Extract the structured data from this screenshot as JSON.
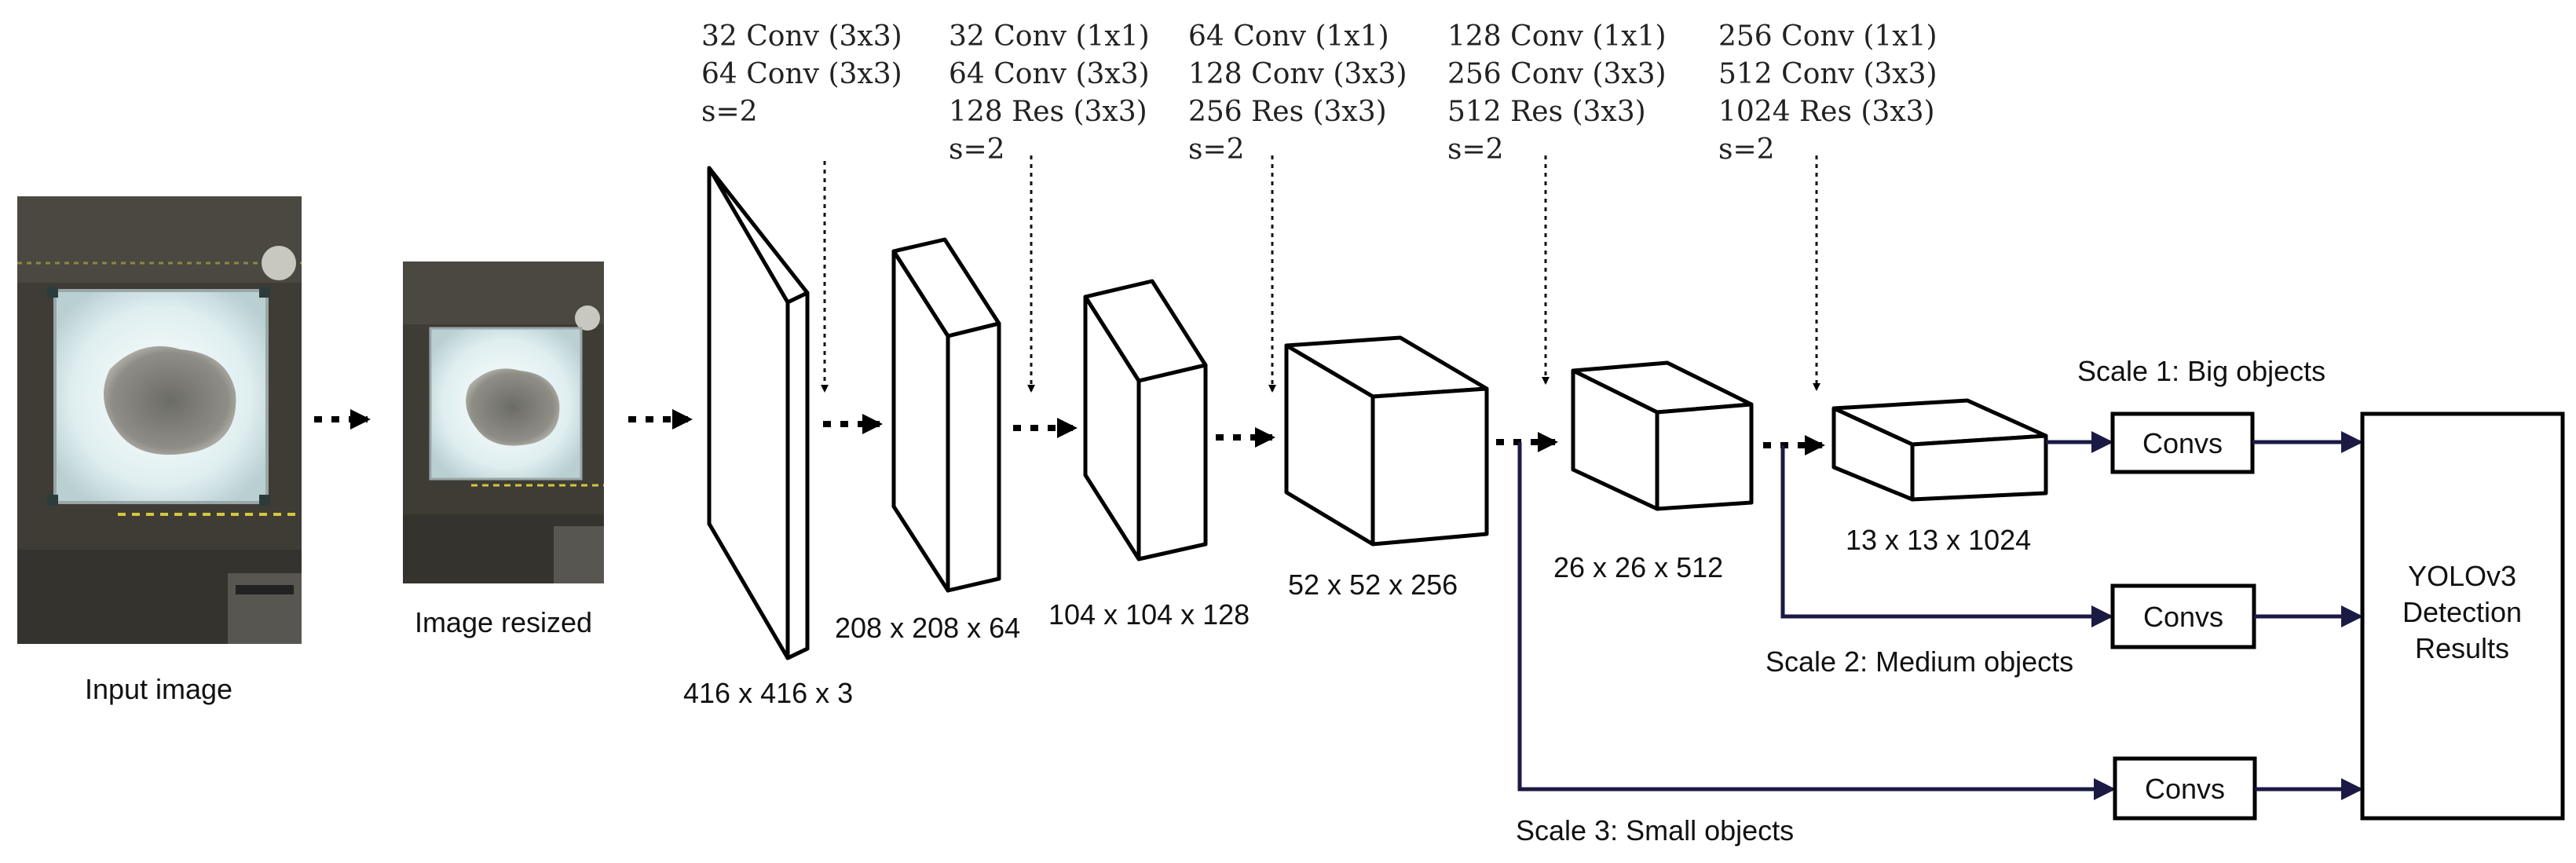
{
  "input_image_label": "Input image",
  "resized_image_label": "Image resized",
  "layers": [
    {
      "ops": [
        "32 Conv (3x3)",
        "64 Conv (3x3)",
        "s=2"
      ],
      "dims": "416 x 416 x 3"
    },
    {
      "ops": [
        "32 Conv (1x1)",
        "64 Conv (3x3)",
        "128 Res (3x3)",
        "s=2"
      ],
      "dims": "208 x 208 x 64"
    },
    {
      "ops": [
        "64 Conv (1x1)",
        "128 Conv (3x3)",
        "256 Res (3x3)",
        "s=2"
      ],
      "dims": "104 x 104 x 128"
    },
    {
      "ops": [
        "128 Conv (1x1)",
        "256 Conv (3x3)",
        "512 Res (3x3)",
        "s=2"
      ],
      "dims": "52 x 52 x 256"
    },
    {
      "ops": [
        "256 Conv (1x1)",
        "512 Conv (3x3)",
        "1024 Res (3x3)",
        "s=2"
      ],
      "dims": "26 x 26 x 512"
    },
    {
      "dims": "13 x 13 x 1024"
    }
  ],
  "scales": [
    {
      "label": "Scale 1: Big objects",
      "box": "Convs"
    },
    {
      "label": "Scale 2: Medium objects",
      "box": "Convs"
    },
    {
      "label": "Scale 3: Small objects",
      "box": "Convs"
    }
  ],
  "result": [
    "YOLOv3",
    "Detection",
    "Results"
  ],
  "colors": {
    "arrow": "#1a1a44",
    "photo_dark": "#3e3c34",
    "photo_bright": "#e8f2f4"
  }
}
